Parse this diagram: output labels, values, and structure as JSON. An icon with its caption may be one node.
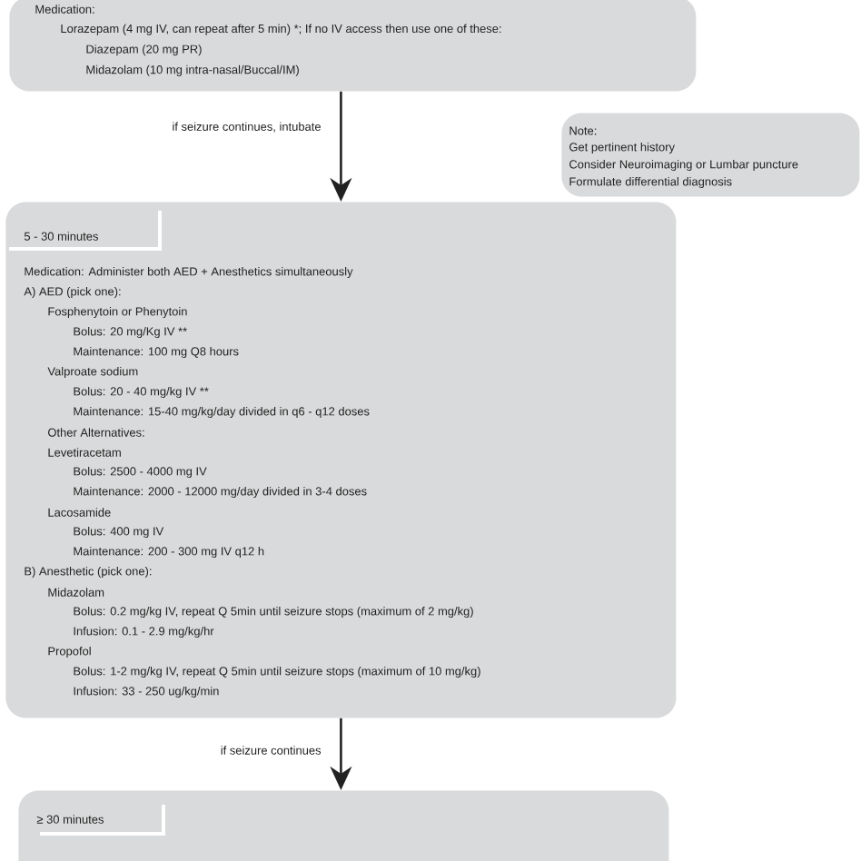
{
  "diagram": {
    "nodes": [
      {
        "text": [
          "Medication:",
          "Lorazepam (4 mg IV, can repeat after 5 min) *; If no IV access then use one of these:",
          "Diazepam (20 mg PR)",
          "Midazolam (10 mg intra-nasal/Buccal/IM)"
        ]
      },
      {
        "text": [
          "Note:",
          "Get pertinent history",
          "Consider Neuroimaging or Lumbar puncture",
          "Formulate differential diagnosis"
        ]
      },
      {
        "text": [
          "5 - 30 minutes",
          "Medication: Administer both AED + Anesthetics simultaneously",
          "A) AED (pick one):",
          "Fosphenytoin or Phenytoin",
          "Bolus: 20 mg/Kg IV **",
          "Maintenance: 100 mg Q8 hours",
          "Valproate sodium",
          "Bolus: 20 - 40 mg/kg IV **",
          "Maintenance: 15-40 mg/kg/day divided in q6 - q12 doses",
          "Other Alternatives:",
          "Levetiracetam",
          "Bolus: 2500 - 4000 mg IV",
          "Maintenance: 2000 - 12000 mg/day divided in 3-4 doses",
          "Lacosamide",
          "Bolus: 400 mg IV",
          "Maintenance: 200 - 300 mg IV q12 h",
          "B) Anesthetic (pick one):",
          "Midazolam",
          "Bolus: 0.2 mg/kg IV, repeat Q 5min until seizure stops (maximum of 2 mg/kg)",
          "Infusion: 0.1 - 2.9 mg/kg/hr",
          "Propofol",
          "Bolus: 1-2 mg/kg IV, repeat Q 5min until seizure stops (maximum of 10 mg/kg)",
          "Infusion: 33 - 250 ug/kg/min"
        ]
      },
      {
        "text": [
          "≥ 30 minutes"
        ]
      }
    ],
    "edges": [
      {
        "from": 0,
        "to": 2,
        "arrow": "to",
        "label": "if seizure continues, intubate"
      },
      {
        "from": 2,
        "to": 3,
        "arrow": "to",
        "label": "if seizure continues"
      }
    ]
  }
}
